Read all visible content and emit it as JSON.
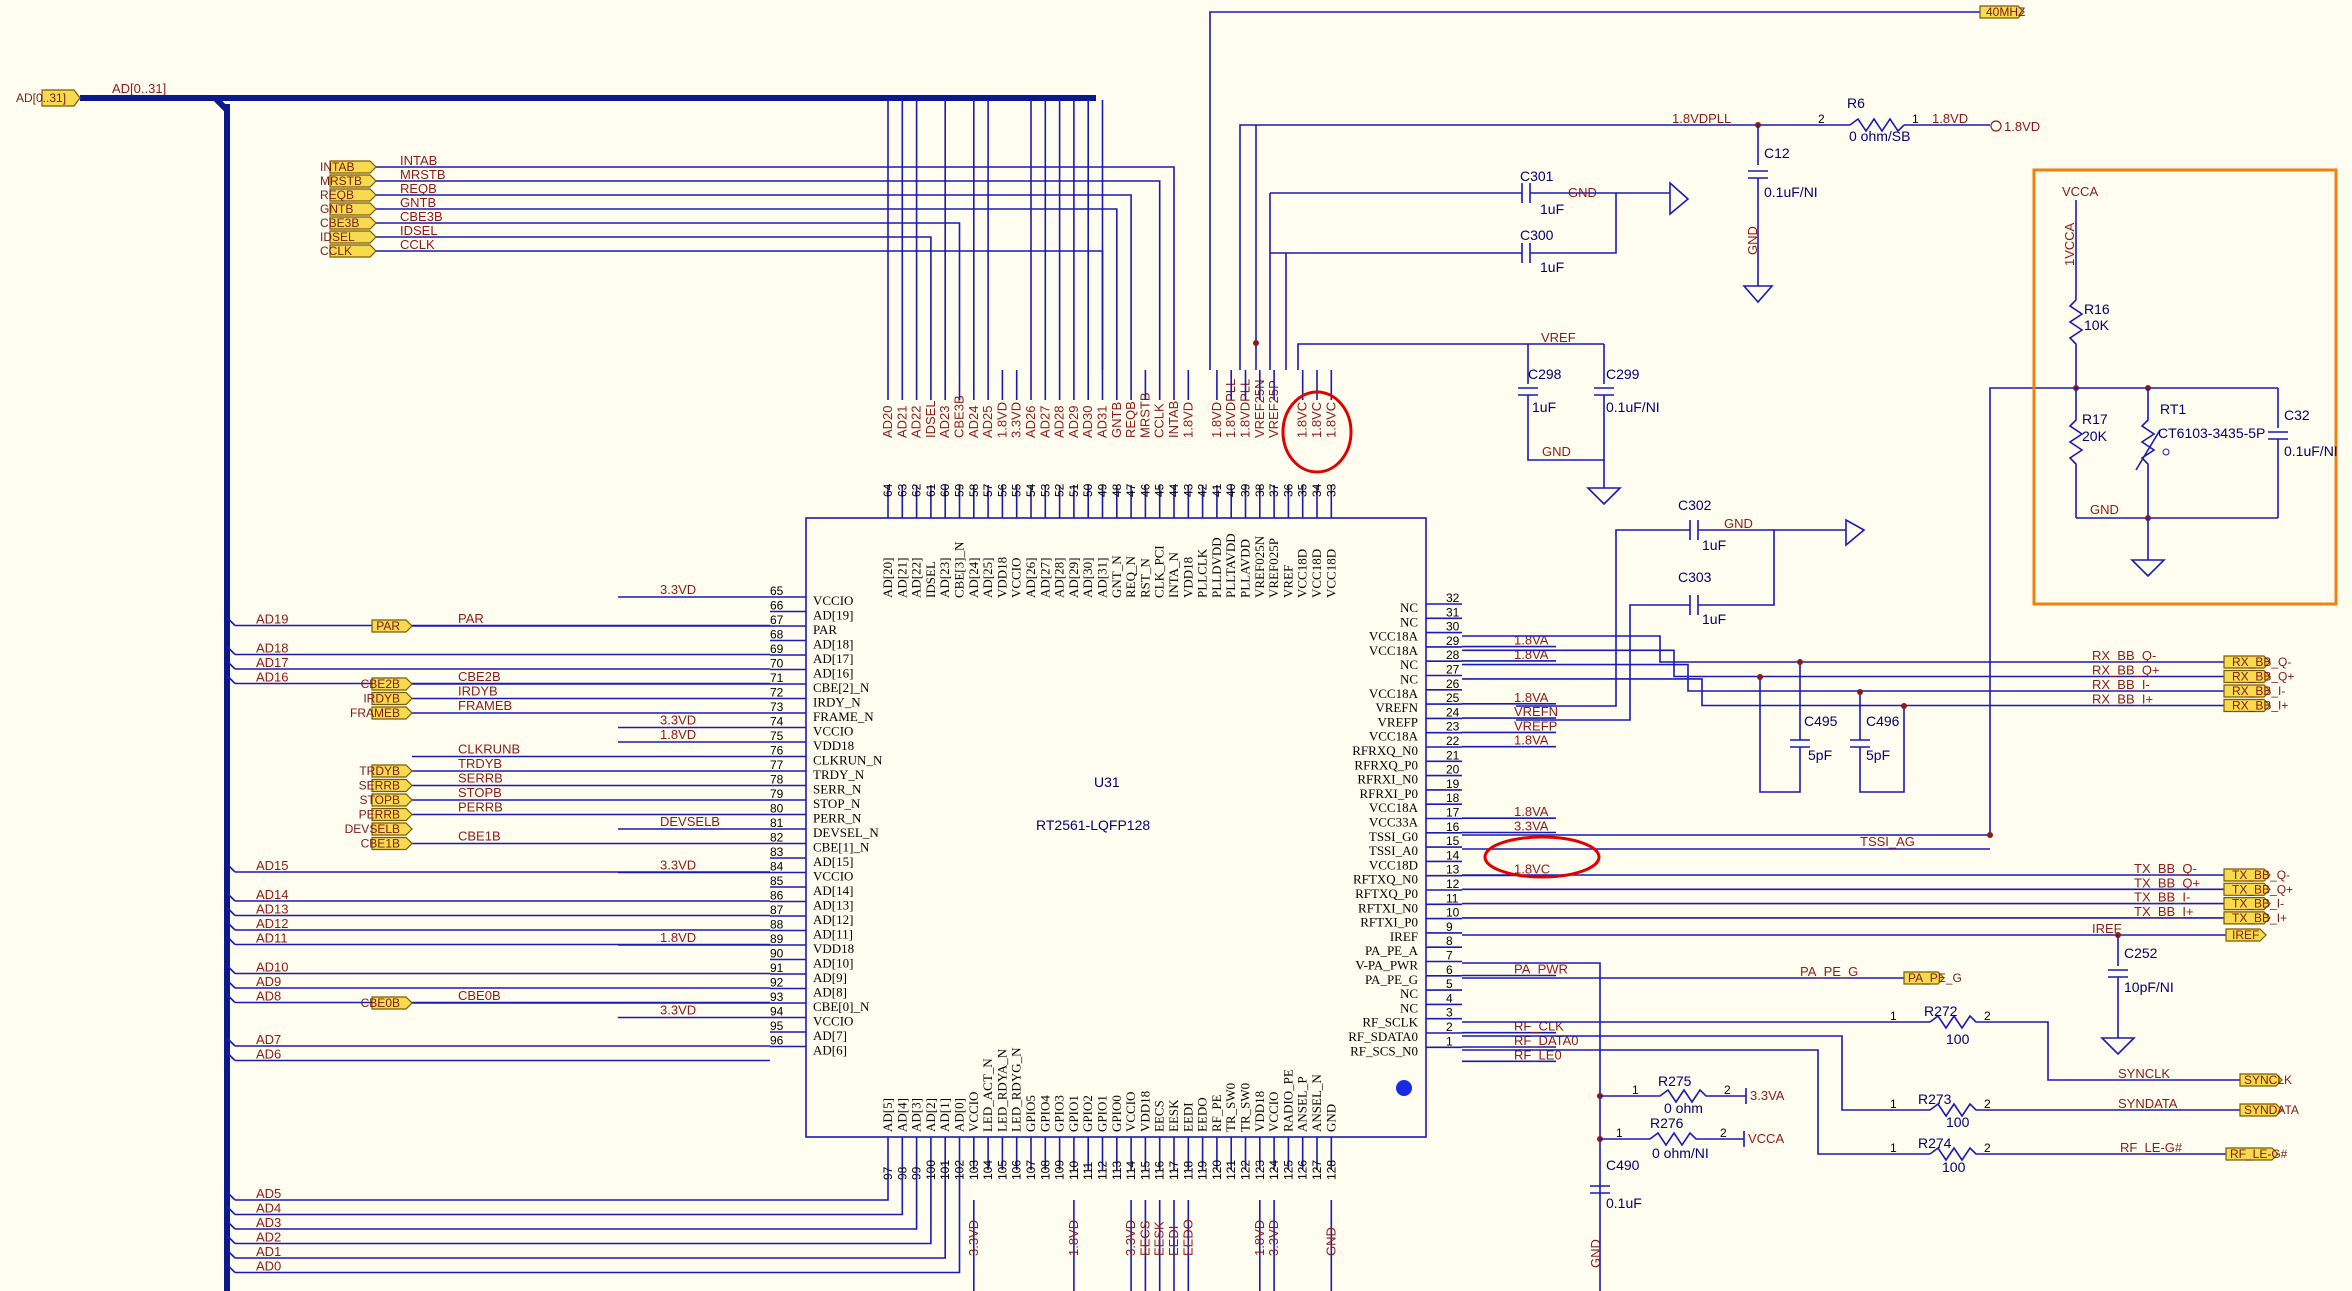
{
  "colors": {
    "wire": "#1A1AB4",
    "bus": "#0A1A8C",
    "net": "#8B1A1A",
    "port": "#F8DA4E",
    "highlight_circle": "#E00000",
    "highlight_box": "#F08010",
    "background": "#FFFDF0"
  },
  "chip": {
    "designator": "U31",
    "part": "RT2561-LQFP128"
  },
  "top_pins": [
    {
      "num": "64",
      "name": "AD[20]",
      "net": "AD20"
    },
    {
      "num": "63",
      "name": "AD[21]",
      "net": "AD21"
    },
    {
      "num": "62",
      "name": "AD[22]",
      "net": "AD22"
    },
    {
      "num": "61",
      "name": "IDSEL",
      "net": "IDSEL"
    },
    {
      "num": "60",
      "name": "AD[23]",
      "net": "AD23"
    },
    {
      "num": "59",
      "name": "CBE[3]_N",
      "net": "CBE3B"
    },
    {
      "num": "58",
      "name": "AD[24]",
      "net": "AD24"
    },
    {
      "num": "57",
      "name": "AD[25]",
      "net": "AD25"
    },
    {
      "num": "56",
      "name": "VDD18",
      "net": "1.8VD"
    },
    {
      "num": "55",
      "name": "VCCIO",
      "net": "3.3VD"
    },
    {
      "num": "54",
      "name": "AD[26]",
      "net": "AD26"
    },
    {
      "num": "53",
      "name": "AD[27]",
      "net": "AD27"
    },
    {
      "num": "52",
      "name": "AD[28]",
      "net": "AD28"
    },
    {
      "num": "51",
      "name": "AD[29]",
      "net": "AD29"
    },
    {
      "num": "50",
      "name": "AD[30]",
      "net": "AD30"
    },
    {
      "num": "49",
      "name": "AD[31]",
      "net": "AD31"
    },
    {
      "num": "48",
      "name": "GNT_N",
      "net": "GNTB"
    },
    {
      "num": "47",
      "name": "REQ_N",
      "net": "REQB"
    },
    {
      "num": "46",
      "name": "RST_N",
      "net": "MRSTB"
    },
    {
      "num": "45",
      "name": "CLK_PCI",
      "net": "CCLK"
    },
    {
      "num": "44",
      "name": "INTA_N",
      "net": "INTAB"
    },
    {
      "num": "43",
      "name": "VDD18",
      "net": "1.8VD"
    },
    {
      "num": "42",
      "name": "PLLCLK",
      "net": ""
    },
    {
      "num": "41",
      "name": "PLLDVDD",
      "net": "1.8VD"
    },
    {
      "num": "40",
      "name": "PLLTAVDD",
      "net": "1.8VDPLL"
    },
    {
      "num": "39",
      "name": "PLLAVDD",
      "net": "1.8VDPLL"
    },
    {
      "num": "38",
      "name": "VREF025N",
      "net": "VREF25N"
    },
    {
      "num": "37",
      "name": "VREF025P",
      "net": "VREF25P"
    },
    {
      "num": "36",
      "name": "VREF",
      "net": ""
    },
    {
      "num": "35",
      "name": "VCC18D",
      "net": "1.8VC"
    },
    {
      "num": "34",
      "name": "VCC18D",
      "net": "1.8VC"
    },
    {
      "num": "33",
      "name": "VCC18D",
      "net": "1.8VC"
    }
  ],
  "left_pins": [
    {
      "num": "65",
      "name": "VCCIO",
      "net": "3.3VD"
    },
    {
      "num": "66",
      "name": "AD[19]",
      "net": "AD19"
    },
    {
      "num": "67",
      "name": "PAR",
      "net": "PAR"
    },
    {
      "num": "68",
      "name": "AD[18]",
      "net": "AD18"
    },
    {
      "num": "69",
      "name": "AD[17]",
      "net": "AD17"
    },
    {
      "num": "70",
      "name": "AD[16]",
      "net": "AD16"
    },
    {
      "num": "71",
      "name": "CBE[2]_N",
      "net": "CBE2B"
    },
    {
      "num": "72",
      "name": "IRDY_N",
      "net": "IRDYB"
    },
    {
      "num": "73",
      "name": "FRAME_N",
      "net": "FRAMEB"
    },
    {
      "num": "74",
      "name": "VCCIO",
      "net": "3.3VD"
    },
    {
      "num": "75",
      "name": "VDD18",
      "net": "1.8VD"
    },
    {
      "num": "76",
      "name": "CLKRUN_N",
      "net": "CLKRUNB"
    },
    {
      "num": "77",
      "name": "TRDY_N",
      "net": "TRDYB"
    },
    {
      "num": "78",
      "name": "SERR_N",
      "net": "SERRB"
    },
    {
      "num": "79",
      "name": "STOP_N",
      "net": "STOPB"
    },
    {
      "num": "80",
      "name": "PERR_N",
      "net": "PERRB"
    },
    {
      "num": "81",
      "name": "DEVSEL_N",
      "net": "DEVSELB"
    },
    {
      "num": "82",
      "name": "CBE[1]_N",
      "net": "CBE1B"
    },
    {
      "num": "83",
      "name": "AD[15]",
      "net": "AD15"
    },
    {
      "num": "84",
      "name": "VCCIO",
      "net": "3.3VD"
    },
    {
      "num": "85",
      "name": "AD[14]",
      "net": "AD14"
    },
    {
      "num": "86",
      "name": "AD[13]",
      "net": "AD13"
    },
    {
      "num": "87",
      "name": "AD[12]",
      "net": "AD12"
    },
    {
      "num": "88",
      "name": "AD[11]",
      "net": "AD11"
    },
    {
      "num": "89",
      "name": "VDD18",
      "net": "1.8VD"
    },
    {
      "num": "90",
      "name": "AD[10]",
      "net": "AD10"
    },
    {
      "num": "91",
      "name": "AD[9]",
      "net": "AD9"
    },
    {
      "num": "92",
      "name": "AD[8]",
      "net": "AD8"
    },
    {
      "num": "93",
      "name": "CBE[0]_N",
      "net": "CBE0B"
    },
    {
      "num": "94",
      "name": "VCCIO",
      "net": "3.3VD"
    },
    {
      "num": "95",
      "name": "AD[7]",
      "net": "AD7"
    },
    {
      "num": "96",
      "name": "AD[6]",
      "net": "AD6"
    }
  ],
  "right_pins": [
    {
      "num": "32",
      "name": "NC",
      "net": ""
    },
    {
      "num": "31",
      "name": "NC",
      "net": ""
    },
    {
      "num": "30",
      "name": "VCC18A",
      "net": "1.8VA"
    },
    {
      "num": "29",
      "name": "VCC18A",
      "net": "1.8VA"
    },
    {
      "num": "28",
      "name": "NC",
      "net": ""
    },
    {
      "num": "27",
      "name": "NC",
      "net": ""
    },
    {
      "num": "26",
      "name": "VCC18A",
      "net": "1.8VA"
    },
    {
      "num": "25",
      "name": "VREFN",
      "net": "VREFN"
    },
    {
      "num": "24",
      "name": "VREFP",
      "net": "VREFP"
    },
    {
      "num": "23",
      "name": "VCC18A",
      "net": "1.8VA"
    },
    {
      "num": "22",
      "name": "RFRXQ_N0",
      "net": ""
    },
    {
      "num": "21",
      "name": "RFRXQ_P0",
      "net": ""
    },
    {
      "num": "20",
      "name": "RFRXI_N0",
      "net": ""
    },
    {
      "num": "19",
      "name": "RFRXI_P0",
      "net": ""
    },
    {
      "num": "18",
      "name": "VCC18A",
      "net": "1.8VA"
    },
    {
      "num": "17",
      "name": "VCC33A",
      "net": "3.3VA"
    },
    {
      "num": "16",
      "name": "TSSI_G0",
      "net": ""
    },
    {
      "num": "15",
      "name": "TSSI_A0",
      "net": ""
    },
    {
      "num": "14",
      "name": "VCC18D",
      "net": "1.8VC"
    },
    {
      "num": "13",
      "name": "RFTXQ_N0",
      "net": ""
    },
    {
      "num": "12",
      "name": "RFTXQ_P0",
      "net": ""
    },
    {
      "num": "11",
      "name": "RFTXI_N0",
      "net": ""
    },
    {
      "num": "10",
      "name": "RFTXI_P0",
      "net": ""
    },
    {
      "num": "9",
      "name": "IREF",
      "net": ""
    },
    {
      "num": "8",
      "name": "PA_PE_A",
      "net": ""
    },
    {
      "num": "7",
      "name": "V-PA_PWR",
      "net": "PA_PWR"
    },
    {
      "num": "6",
      "name": "PA_PE_G",
      "net": ""
    },
    {
      "num": "5",
      "name": "NC",
      "net": ""
    },
    {
      "num": "4",
      "name": "NC",
      "net": ""
    },
    {
      "num": "3",
      "name": "RF_SCLK",
      "net": "RF_CLK"
    },
    {
      "num": "2",
      "name": "RF_SDATA0",
      "net": "RF_DATA0"
    },
    {
      "num": "1",
      "name": "RF_SCS_N0",
      "net": "RF_LE0"
    }
  ],
  "bottom_pins": [
    {
      "num": "97",
      "name": "AD[5]",
      "net": "AD5"
    },
    {
      "num": "98",
      "name": "AD[4]",
      "net": "AD4"
    },
    {
      "num": "99",
      "name": "AD[3]",
      "net": "AD3"
    },
    {
      "num": "100",
      "name": "AD[2]",
      "net": "AD2"
    },
    {
      "num": "101",
      "name": "AD[1]",
      "net": "AD1"
    },
    {
      "num": "102",
      "name": "AD[0]",
      "net": "AD0"
    },
    {
      "num": "103",
      "name": "VCCIO",
      "net": "3.3VD"
    },
    {
      "num": "104",
      "name": "LED_ACT_N",
      "net": ""
    },
    {
      "num": "105",
      "name": "LED_RDYA_N",
      "net": ""
    },
    {
      "num": "106",
      "name": "LED_RDYG_N",
      "net": ""
    },
    {
      "num": "107",
      "name": "GPIO5",
      "net": ""
    },
    {
      "num": "108",
      "name": "GPIO4",
      "net": ""
    },
    {
      "num": "109",
      "name": "GPIO3",
      "net": ""
    },
    {
      "num": "110",
      "name": "GPIO1",
      "net": "1.8VD"
    },
    {
      "num": "111",
      "name": "GPIO2",
      "net": ""
    },
    {
      "num": "112",
      "name": "GPIO1",
      "net": ""
    },
    {
      "num": "113",
      "name": "GPIO0",
      "net": ""
    },
    {
      "num": "114",
      "name": "VCCIO",
      "net": "3.3VD"
    },
    {
      "num": "115",
      "name": "VDD18",
      "net": "EECS"
    },
    {
      "num": "116",
      "name": "EECS",
      "net": "EESK"
    },
    {
      "num": "117",
      "name": "EESK",
      "net": "EEDI"
    },
    {
      "num": "118",
      "name": "EEDI",
      "net": "EEDO"
    },
    {
      "num": "119",
      "name": "EEDO",
      "net": ""
    },
    {
      "num": "120",
      "name": "RF_PE",
      "net": ""
    },
    {
      "num": "121",
      "name": "TR_SW0",
      "net": ""
    },
    {
      "num": "122",
      "name": "TR_SW0",
      "net": ""
    },
    {
      "num": "123",
      "name": "VDD18",
      "net": "1.8VD"
    },
    {
      "num": "124",
      "name": "VCCIO",
      "net": "3.3VD"
    },
    {
      "num": "125",
      "name": "RADIO_PE",
      "net": ""
    },
    {
      "num": "126",
      "name": "ANSEL_P",
      "net": ""
    },
    {
      "num": "127",
      "name": "ANSEL_N",
      "net": ""
    },
    {
      "num": "128",
      "name": "GND",
      "net": "GND"
    }
  ],
  "bus": {
    "port": "AD[0..31]",
    "label": "AD[0..31]"
  },
  "ctrl_ports": [
    {
      "port": "INTAB",
      "net": "INTAB"
    },
    {
      "port": "MRSTB",
      "net": "MRSTB"
    },
    {
      "port": "REQB",
      "net": "REQB"
    },
    {
      "port": "GNTB",
      "net": "GNTB"
    },
    {
      "port": "CBE3B",
      "net": "CBE3B"
    },
    {
      "port": "IDSEL",
      "net": "IDSEL"
    },
    {
      "port": "CCLK",
      "net": "CCLK"
    }
  ],
  "left_ports": [
    {
      "port": "PAR",
      "row": 2
    },
    {
      "port": "CBE2B",
      "row": 6
    },
    {
      "port": "IRDYB",
      "row": 7
    },
    {
      "port": "FRAMEB",
      "row": 8
    },
    {
      "port": "TRDYB",
      "row": 12
    },
    {
      "port": "SERRB",
      "row": 13
    },
    {
      "port": "STOPB",
      "row": 14
    },
    {
      "port": "PERRB",
      "row": 15
    },
    {
      "port": "DEVSELB",
      "row": 16
    },
    {
      "port": "CBE1B",
      "row": 17
    },
    {
      "port": "CBE0B",
      "row": 28
    }
  ],
  "bottom_ad_labels": [
    "AD5",
    "AD4",
    "AD3",
    "AD2",
    "AD1",
    "AD0"
  ],
  "rx_nets": [
    {
      "net": "RX_BB_Q-",
      "port": "RX_BB_Q-"
    },
    {
      "net": "RX_BB_Q+",
      "port": "RX_BB_Q+"
    },
    {
      "net": "RX_BB_I-",
      "port": "RX_BB_I-"
    },
    {
      "net": "RX_BB_I+",
      "port": "RX_BB_I+"
    }
  ],
  "tx_nets": [
    {
      "net": "TX_BB_Q-",
      "port": "TX_BB_Q-"
    },
    {
      "net": "TX_BB_Q+",
      "port": "TX_BB_Q+"
    },
    {
      "net": "TX_BB_I-",
      "port": "TX_BB_I-"
    },
    {
      "net": "TX_BB_I+",
      "port": "TX_BB_I+"
    }
  ],
  "misc": {
    "port_40m": "40MHZ",
    "vdpll": "1.8VDPLL",
    "vd18": "1.8VD",
    "gnd": "GND",
    "vref": "VREF",
    "tssi_ag": "TSSI_AG",
    "iref": "IREF",
    "pa_pe_g_net": "PA_PE_G",
    "pa_pe_g_port": "PA_PE_G",
    "synclk": "SYNCLK",
    "syndata": "SYNDATA",
    "rf_le": "RF_LE-G#",
    "va33": "3.3VA",
    "vcca": "VCCA",
    "one_vcca": "1VCCA",
    "rf_le_port": "RF_LE-G#",
    "synclk_port": "SYNCLK",
    "syndata_port": "SYNDATA"
  },
  "components": {
    "R6": {
      "ref": "R6",
      "val": "0 ohm/SB"
    },
    "C12": {
      "ref": "C12",
      "val": "0.1uF/NI"
    },
    "C301": {
      "ref": "C301",
      "val": "1uF"
    },
    "C300": {
      "ref": "C300",
      "val": "1uF"
    },
    "C298": {
      "ref": "C298",
      "val": "1uF"
    },
    "C299": {
      "ref": "C299",
      "val": "0.1uF/NI"
    },
    "C302": {
      "ref": "C302",
      "val": "1uF"
    },
    "C303": {
      "ref": "C303",
      "val": "1uF"
    },
    "C495": {
      "ref": "C495",
      "val": "5pF"
    },
    "C496": {
      "ref": "C496",
      "val": "5pF"
    },
    "C252": {
      "ref": "C252",
      "val": "10pF/NI"
    },
    "R272": {
      "ref": "R272",
      "val": "100"
    },
    "R273": {
      "ref": "R273",
      "val": "100"
    },
    "R274": {
      "ref": "R274",
      "val": "100"
    },
    "R275": {
      "ref": "R275",
      "val": "0 ohm"
    },
    "R276": {
      "ref": "R276",
      "val": "0 ohm/NI"
    },
    "C490": {
      "ref": "C490",
      "val": "0.1uF"
    },
    "R16": {
      "ref": "R16",
      "val": "10K"
    },
    "R17": {
      "ref": "R17",
      "val": "20K"
    },
    "RT1": {
      "ref": "RT1",
      "val": "CT6103-3435-5P"
    },
    "C32": {
      "ref": "C32",
      "val": "0.1uF/NI"
    }
  }
}
